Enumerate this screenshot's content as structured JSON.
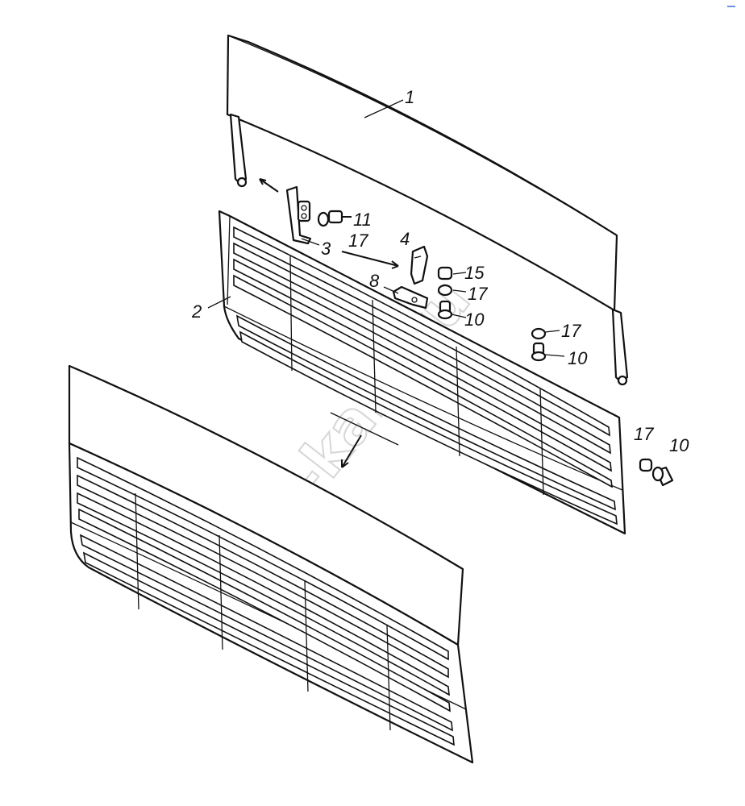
{
  "watermark": "ap-kam.ru",
  "callouts": [
    {
      "id": "1",
      "text": "1"
    },
    {
      "id": "2",
      "text": "2"
    },
    {
      "id": "3",
      "text": "3"
    },
    {
      "id": "4",
      "text": "4"
    },
    {
      "id": "8",
      "text": "8"
    },
    {
      "id": "10a",
      "text": "10"
    },
    {
      "id": "10b",
      "text": "10"
    },
    {
      "id": "10c",
      "text": "10"
    },
    {
      "id": "11",
      "text": "11"
    },
    {
      "id": "15",
      "text": "15"
    },
    {
      "id": "17a",
      "text": "17"
    },
    {
      "id": "17b",
      "text": "17"
    },
    {
      "id": "17c",
      "text": "17"
    },
    {
      "id": "17d",
      "text": "17"
    }
  ],
  "colors": {
    "ink": "#111111",
    "watermark": "#d6d6d6",
    "background": "#ffffff"
  }
}
